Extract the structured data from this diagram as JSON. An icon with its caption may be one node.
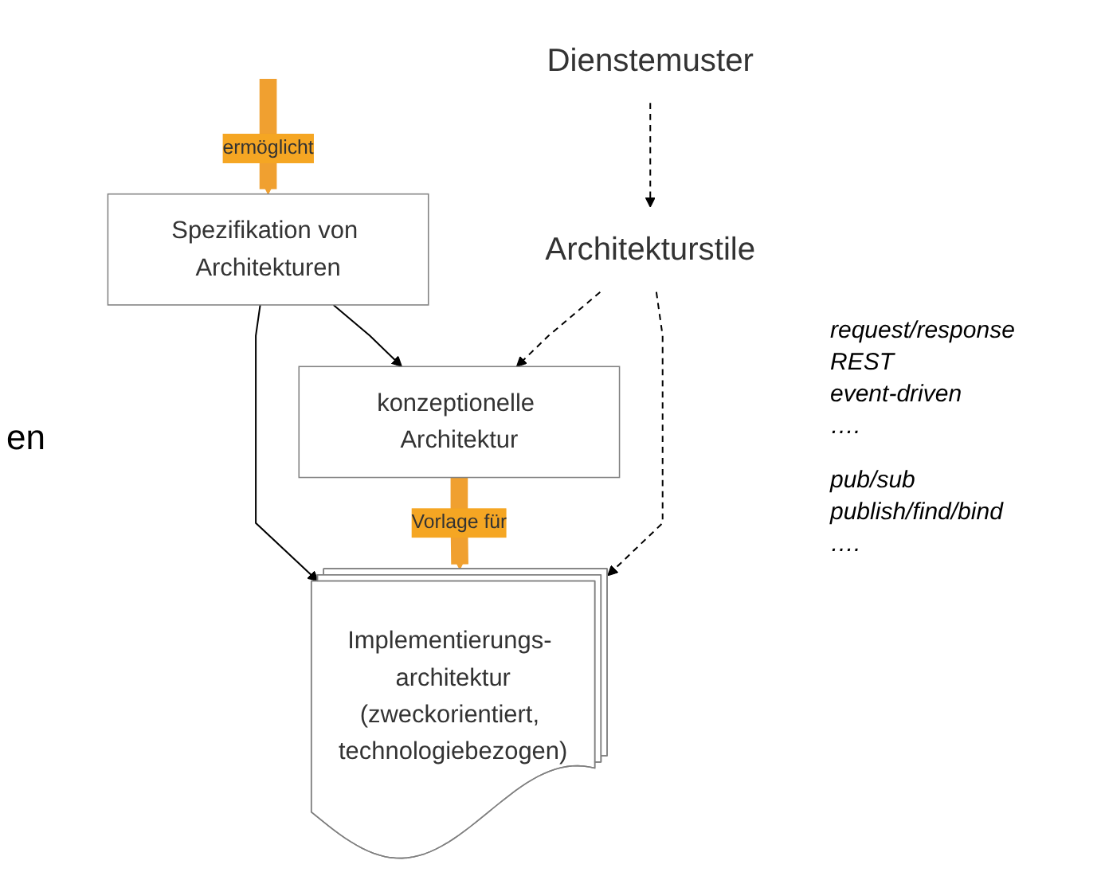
{
  "diagram": {
    "nodes": [
      {
        "text": [
          "Spezifikation von Architekturen"
        ]
      },
      {
        "text": [
          "konzeptionelle Architektur"
        ]
      },
      {
        "text": [
          "Implementierungs- architektur",
          "(zweckorientiert, technologiebezogen)"
        ]
      },
      {
        "text": [
          "Architekturstile"
        ]
      },
      {
        "text": [
          "Dienstemuster"
        ]
      }
    ],
    "edges": [
      {
        "from": null,
        "to": 0,
        "arrow": "to",
        "label": "ermöglicht",
        "style": "thick",
        "color": "#f0a030"
      },
      {
        "from": 0,
        "to": 1,
        "arrow": "to"
      },
      {
        "from": 0,
        "to": 2,
        "arrow": "to"
      },
      {
        "from": 1,
        "to": 2,
        "arrow": "to",
        "label": "Vorlage für",
        "style": "thick",
        "color": "#f0a030"
      },
      {
        "from": 3,
        "to": 1,
        "arrow": "to",
        "style": "dashed"
      },
      {
        "from": 3,
        "to": 2,
        "arrow": "to",
        "style": "dashed"
      },
      {
        "from": 4,
        "to": 3,
        "arrow": "to",
        "style": "dashed"
      }
    ],
    "labels": [
      "en",
      "request/response",
      "REST",
      "event-driven",
      "….",
      "pub/sub",
      "publish/find/bind",
      "…."
    ]
  }
}
